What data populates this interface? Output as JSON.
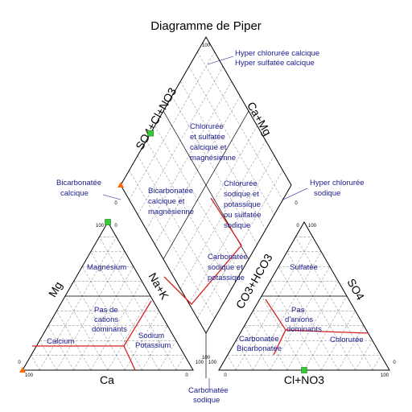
{
  "chart_data": {
    "type": "scatter",
    "title": "Diagramme de Piper",
    "axes": {
      "cation_triangle": {
        "left": "Mg",
        "right": "Na+K",
        "bottom": "Ca"
      },
      "anion_triangle": {
        "left": "CO3+HCO3",
        "right": "SO4",
        "bottom": "Cl+NO3"
      },
      "diamond": {
        "upper_left": "SO4+Cl+NO3",
        "upper_right": "Ca+Mg"
      }
    },
    "ticks": {
      "zero": "0",
      "hundred": "100"
    },
    "facies": {
      "hyper_chl_ca": "Hyper chlorurée calcique",
      "hyper_sulf_ca": "Hyper sulfatée calcique",
      "chl_sulf_ca_mg_1": "Chlorurée",
      "chl_sulf_ca_mg_2": "et sulfatée",
      "chl_sulf_ca_mg_3": "calcique et",
      "chl_sulf_ca_mg_4": "magnésienne",
      "bic_ca_1": "Bicarbonatée",
      "bic_ca_2": "calcique",
      "bic_ca_mg_1": "Bicarbonatée",
      "bic_ca_mg_2": "calcique et",
      "bic_ca_mg_3": "magnésienne",
      "chl_na_1": "Chlorurée",
      "chl_na_2": "sodique et",
      "chl_na_3": "potassique",
      "chl_na_4": "ou sulfatée",
      "chl_na_5": "sodique",
      "hyper_chl_na_1": "Hyper chlorurée",
      "hyper_chl_na_2": "sodique",
      "carb_na_1": "Carbonatée",
      "carb_na_2": "sodique et",
      "carb_na_3": "potassique",
      "carb_sod_1": "Carbonatée",
      "carb_sod_2": "sodique",
      "magnesium": "Magnésium",
      "no_cation_1": "Pas de",
      "no_cation_2": "cations",
      "no_cation_3": "dominants",
      "calcium": "Calcium",
      "sodium_1": "Sodium",
      "sodium_2": "Potassium",
      "sulfatee": "Sulfatée",
      "no_anion_1": "Pas",
      "no_anion_2": "d'anions",
      "no_anion_3": "dominants",
      "chloruree": "Chlorurée",
      "carbonatee": "Carbonatée",
      "bicarbonatee": "Bicarbonatée"
    },
    "samples": [
      {
        "plot": "cation",
        "Ca": 0,
        "Mg": 100,
        "NaK": 0,
        "color": "#33cc33",
        "marker": "square"
      },
      {
        "plot": "cation",
        "Ca": 100,
        "Mg": 0,
        "NaK": 0,
        "color": "#ff6600",
        "marker": "triangle"
      },
      {
        "plot": "anion",
        "Cl": 50,
        "CO3": 50,
        "SO4": 0,
        "color": "#33cc33",
        "marker": "square"
      },
      {
        "plot": "diamond",
        "SO4Cl": 35,
        "CaMg": 100,
        "color": "#33cc33",
        "marker": "square"
      },
      {
        "plot": "diamond",
        "SO4Cl": 0,
        "CaMg": 100,
        "color": "#ff6600",
        "marker": "triangle"
      }
    ],
    "grid": true
  }
}
